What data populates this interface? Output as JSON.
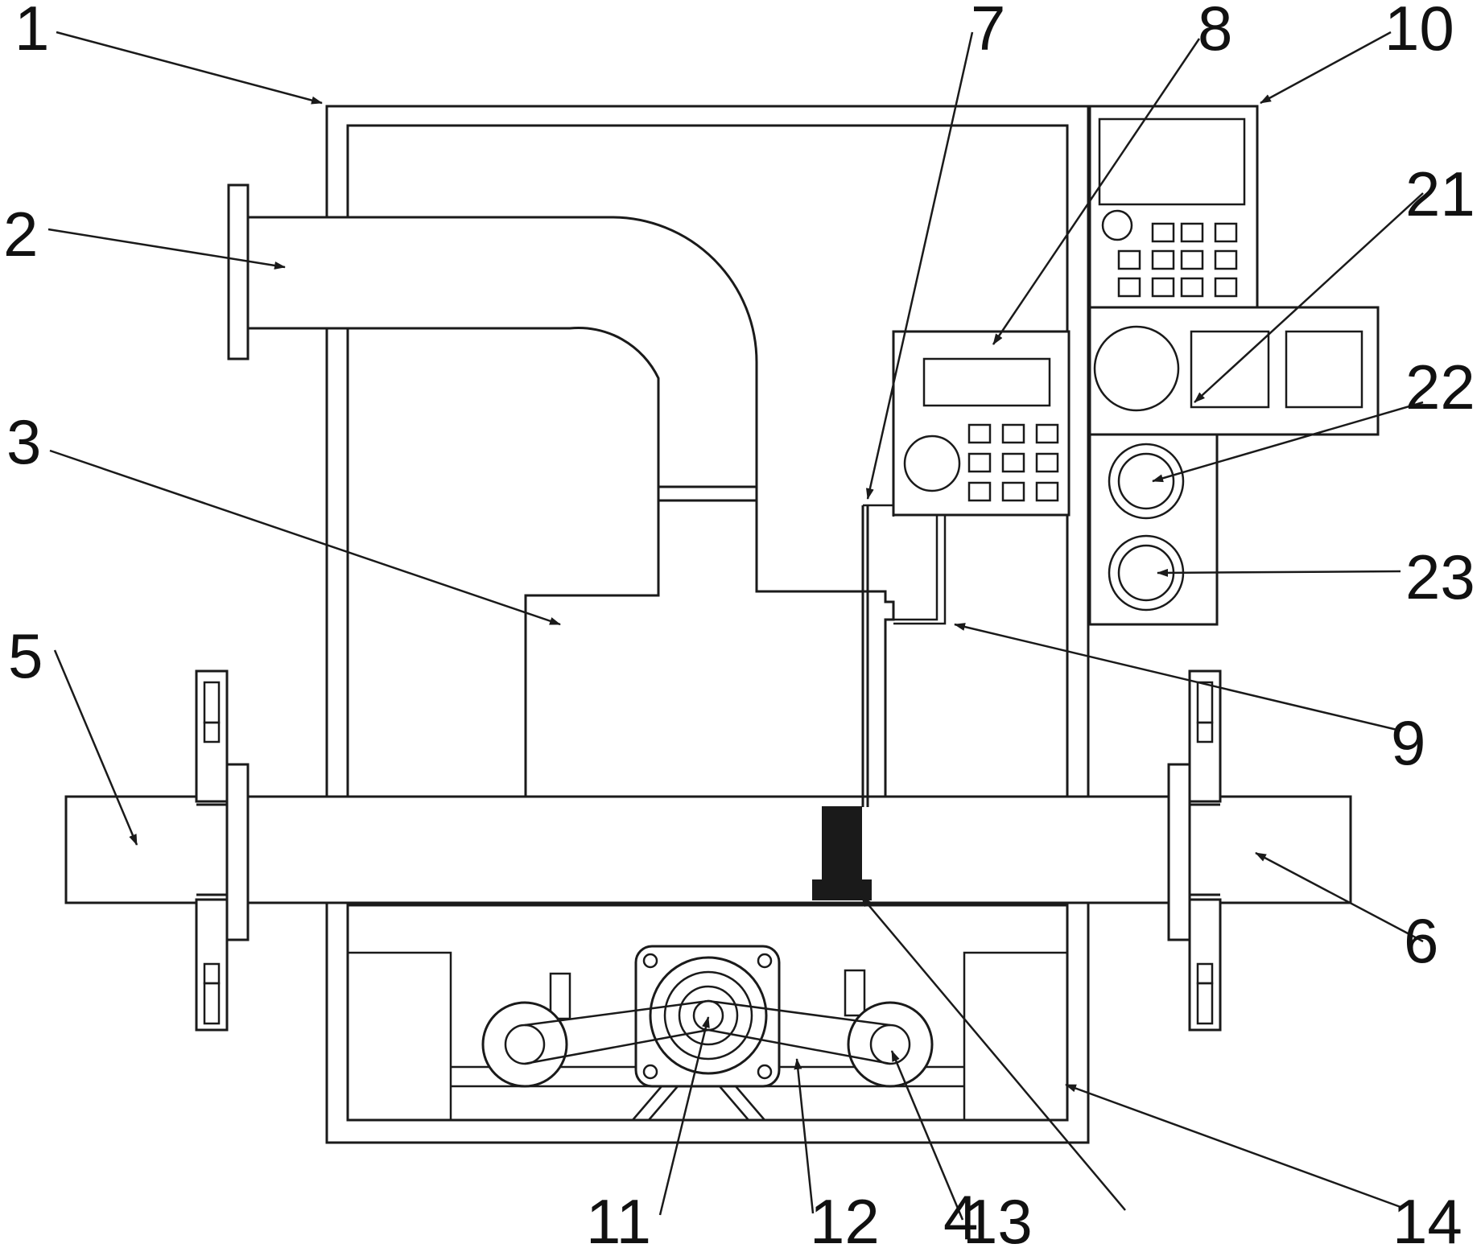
{
  "labels": [
    {
      "id": "1",
      "text": "1"
    },
    {
      "id": "2",
      "text": "2"
    },
    {
      "id": "3",
      "text": "3"
    },
    {
      "id": "4",
      "text": "4"
    },
    {
      "id": "5",
      "text": "5"
    },
    {
      "id": "6",
      "text": "6"
    },
    {
      "id": "7",
      "text": "7"
    },
    {
      "id": "8",
      "text": "8"
    },
    {
      "id": "9",
      "text": "9"
    },
    {
      "id": "10",
      "text": "10"
    },
    {
      "id": "11",
      "text": "11"
    },
    {
      "id": "12",
      "text": "12"
    },
    {
      "id": "13",
      "text": "13"
    },
    {
      "id": "14",
      "text": "14"
    },
    {
      "id": "21",
      "text": "21"
    },
    {
      "id": "22",
      "text": "22"
    },
    {
      "id": "23",
      "text": "23"
    }
  ]
}
